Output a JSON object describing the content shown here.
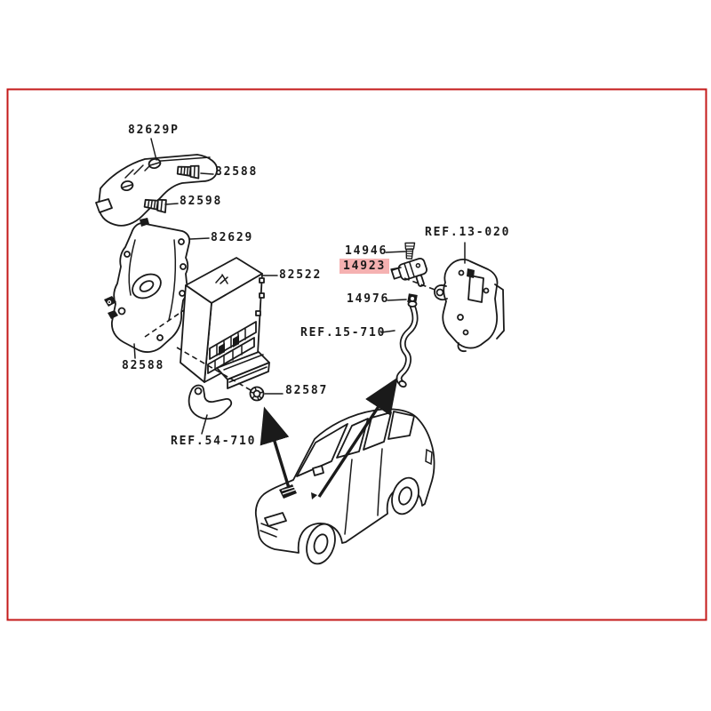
{
  "diagram": {
    "type": "parts-catalog-exploded-view",
    "colors": {
      "ink": "#1a1a1a",
      "border": "#c41a1a",
      "highlight": "#f5b1b1",
      "background": "#ffffff"
    },
    "highlighted_part": "14923",
    "labels": [
      {
        "text": "82629P",
        "kind": "part",
        "highlighted": false
      },
      {
        "text": "82588",
        "kind": "part",
        "highlighted": false
      },
      {
        "text": "82598",
        "kind": "part",
        "highlighted": false
      },
      {
        "text": "82629",
        "kind": "part",
        "highlighted": false
      },
      {
        "text": "82522",
        "kind": "part",
        "highlighted": false
      },
      {
        "text": "82588",
        "kind": "part",
        "highlighted": false
      },
      {
        "text": "82587",
        "kind": "part",
        "highlighted": false
      },
      {
        "text": "REF.54-710",
        "kind": "reference",
        "highlighted": false
      },
      {
        "text": "14946",
        "kind": "part",
        "highlighted": false
      },
      {
        "text": "14923",
        "kind": "part",
        "highlighted": true
      },
      {
        "text": "14976",
        "kind": "part",
        "highlighted": false
      },
      {
        "text": "REF.15-710",
        "kind": "reference",
        "highlighted": false
      },
      {
        "text": "REF.13-020",
        "kind": "reference",
        "highlighted": false
      }
    ]
  }
}
